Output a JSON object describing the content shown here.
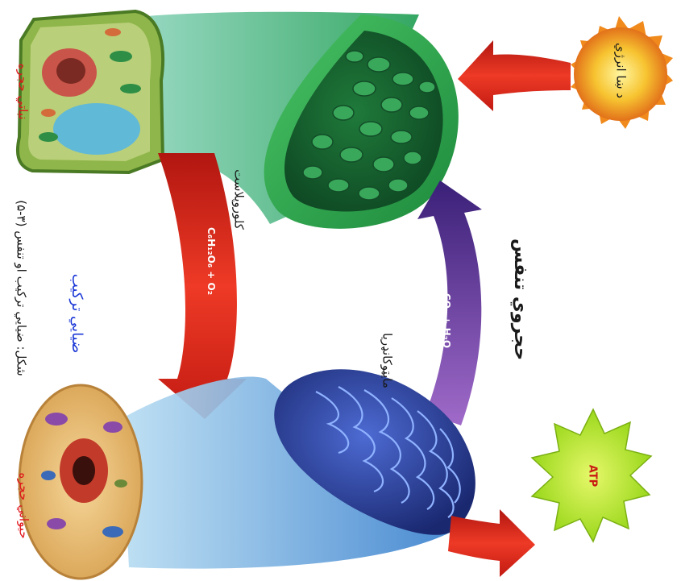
{
  "labels": {
    "solar_energy": "د ښا انرژي",
    "cellular_respiration": "حجروي تنفس",
    "chloroplast": "کلوروپلاست",
    "mitochondria": "مایټوکانډریا",
    "photosynthesis": "ضیايي ترکیب",
    "plant_cell": "نباتي حجره",
    "animal_cell": "حیواني حجره",
    "figure_caption": "(۵-۳) شکل: ضیايي ترکیب او تنفس",
    "photosynthesis_products": "C₆H₁₂O₆ + O₂",
    "respiration_products": "CO₂ + H₂O",
    "atp": "ATP"
  },
  "colors": {
    "sun": "#f2a21a",
    "chloroplast": "#2e9a48",
    "mitochondria": "#2a3d94",
    "photosynthesis_arrow": "#d8281e",
    "respiration_arrow": "#5c2f86",
    "atp_burst": "#b9e52a",
    "label_red": "#e0141a",
    "label_blue": "#1a37d6"
  }
}
